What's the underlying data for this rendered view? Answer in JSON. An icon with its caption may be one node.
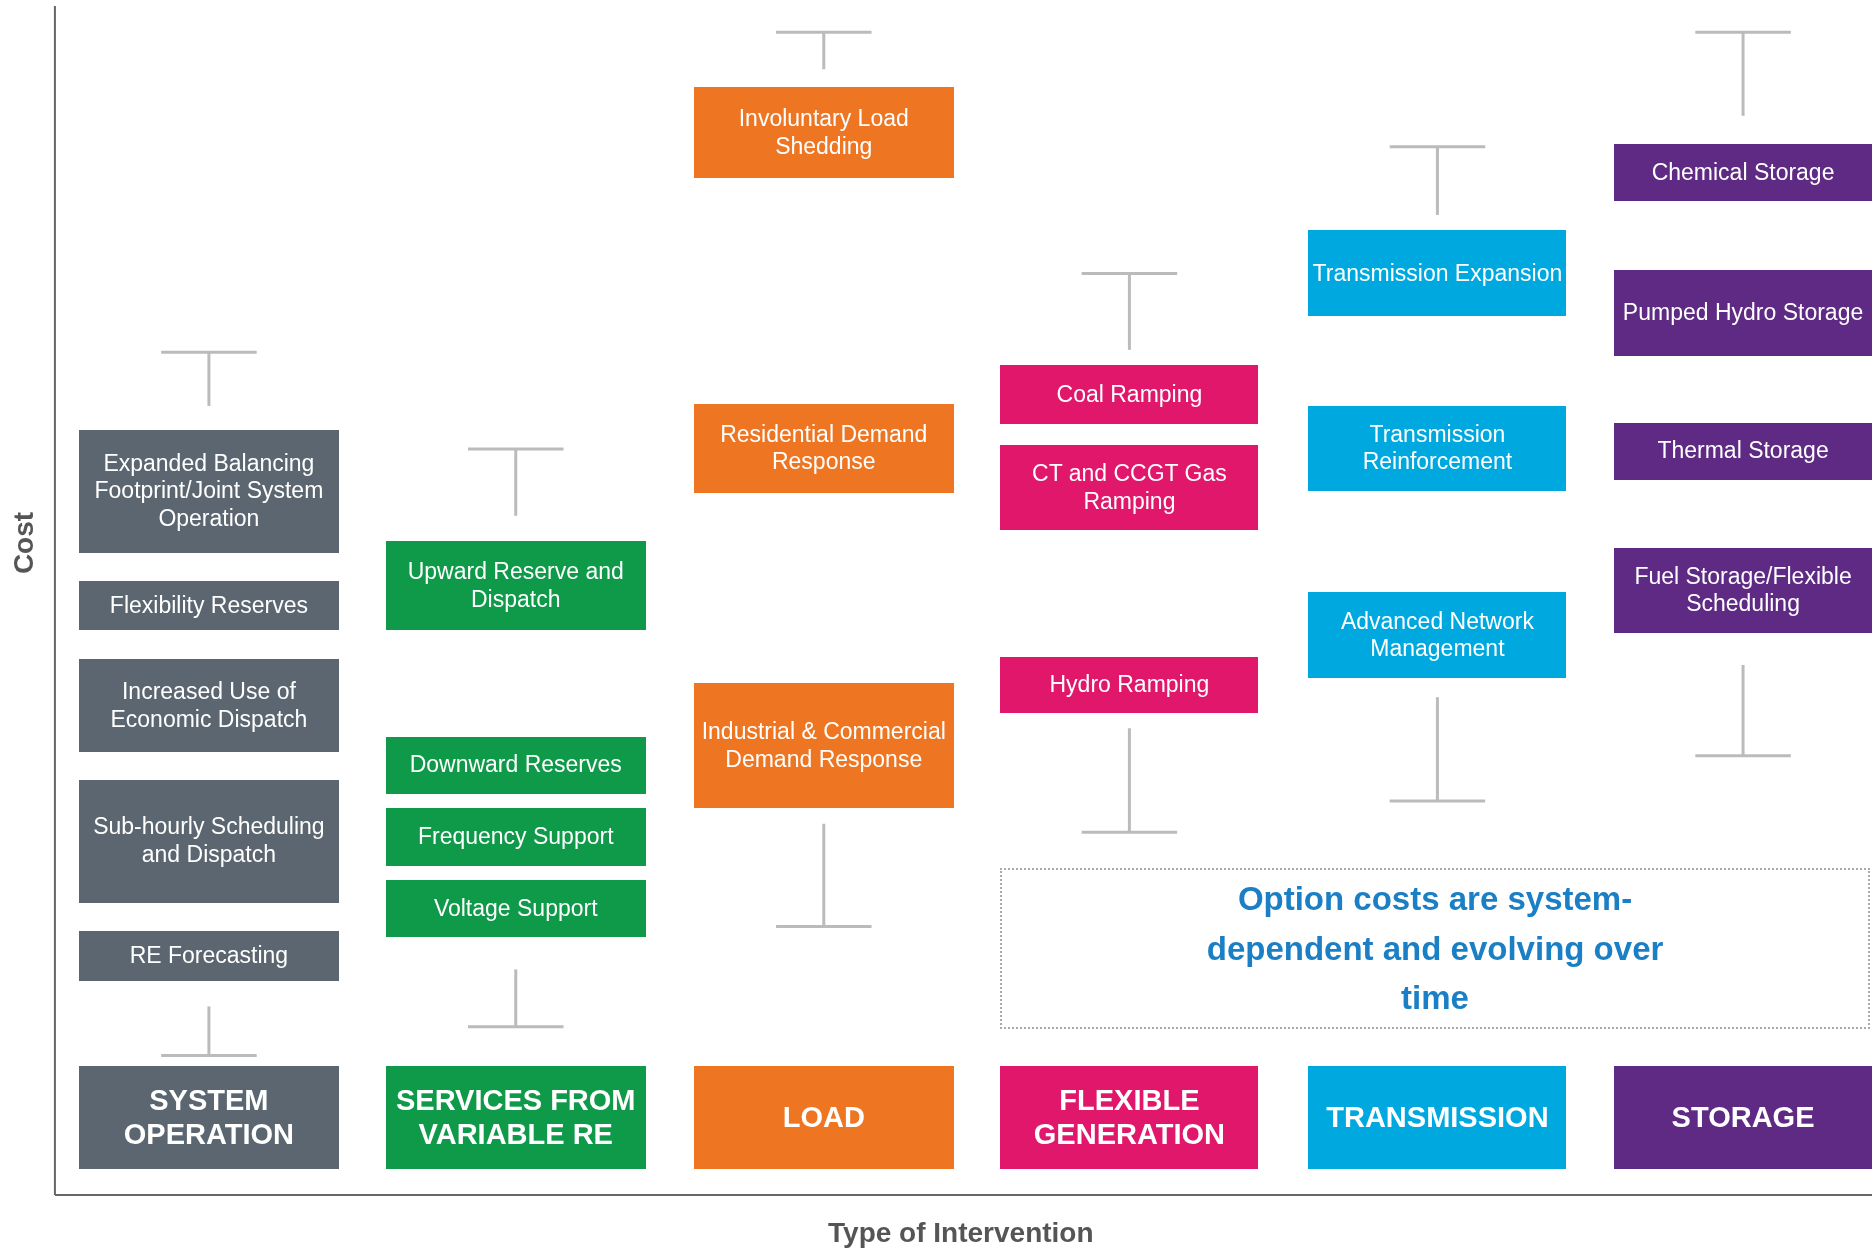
{
  "diagram": {
    "nodes": [
      {
        "text": [
          "Expanded Balancing Footprint/Joint System Operation"
        ]
      },
      {
        "text": [
          "Flexibility Reserves"
        ]
      },
      {
        "text": [
          "Increased Use of Economic Dispatch"
        ]
      },
      {
        "text": [
          "Sub-hourly Scheduling and Dispatch"
        ]
      },
      {
        "text": [
          "RE Forecasting"
        ]
      },
      {
        "text": [
          "SYSTEM OPERATION"
        ]
      },
      {
        "text": [
          "Upward Reserve and Dispatch"
        ]
      },
      {
        "text": [
          "Downward Reserves"
        ]
      },
      {
        "text": [
          "Frequency Support"
        ]
      },
      {
        "text": [
          "Voltage Support"
        ]
      },
      {
        "text": [
          "SERVICES FROM VARIABLE RE"
        ]
      },
      {
        "text": [
          "Involuntary Load Shedding"
        ]
      },
      {
        "text": [
          "Residential Demand Response"
        ]
      },
      {
        "text": [
          "Industrial & Commercial Demand Response"
        ]
      },
      {
        "text": [
          "LOAD"
        ]
      },
      {
        "text": [
          "Coal Ramping"
        ]
      },
      {
        "text": [
          "CT and CCGT Gas Ramping"
        ]
      },
      {
        "text": [
          "Hydro Ramping"
        ]
      },
      {
        "text": [
          "FLEXIBLE GENERATION"
        ]
      },
      {
        "text": [
          "Transmission Expansion"
        ]
      },
      {
        "text": [
          "Transmission Reinforcement"
        ]
      },
      {
        "text": [
          "Advanced Network Management"
        ]
      },
      {
        "text": [
          "TRANSMISSION"
        ]
      },
      {
        "text": [
          "Chemical Storage"
        ]
      },
      {
        "text": [
          "Pumped Hydro Storage"
        ]
      },
      {
        "text": [
          "Thermal Storage"
        ]
      },
      {
        "text": [
          "Fuel Storage/Flexible Scheduling"
        ]
      },
      {
        "text": [
          "STORAGE"
        ]
      },
      {
        "text": [
          "Option costs are system-dependent and evolving over time"
        ]
      }
    ],
    "labels": [
      "Cost",
      "Type of Intervention"
    ]
  }
}
